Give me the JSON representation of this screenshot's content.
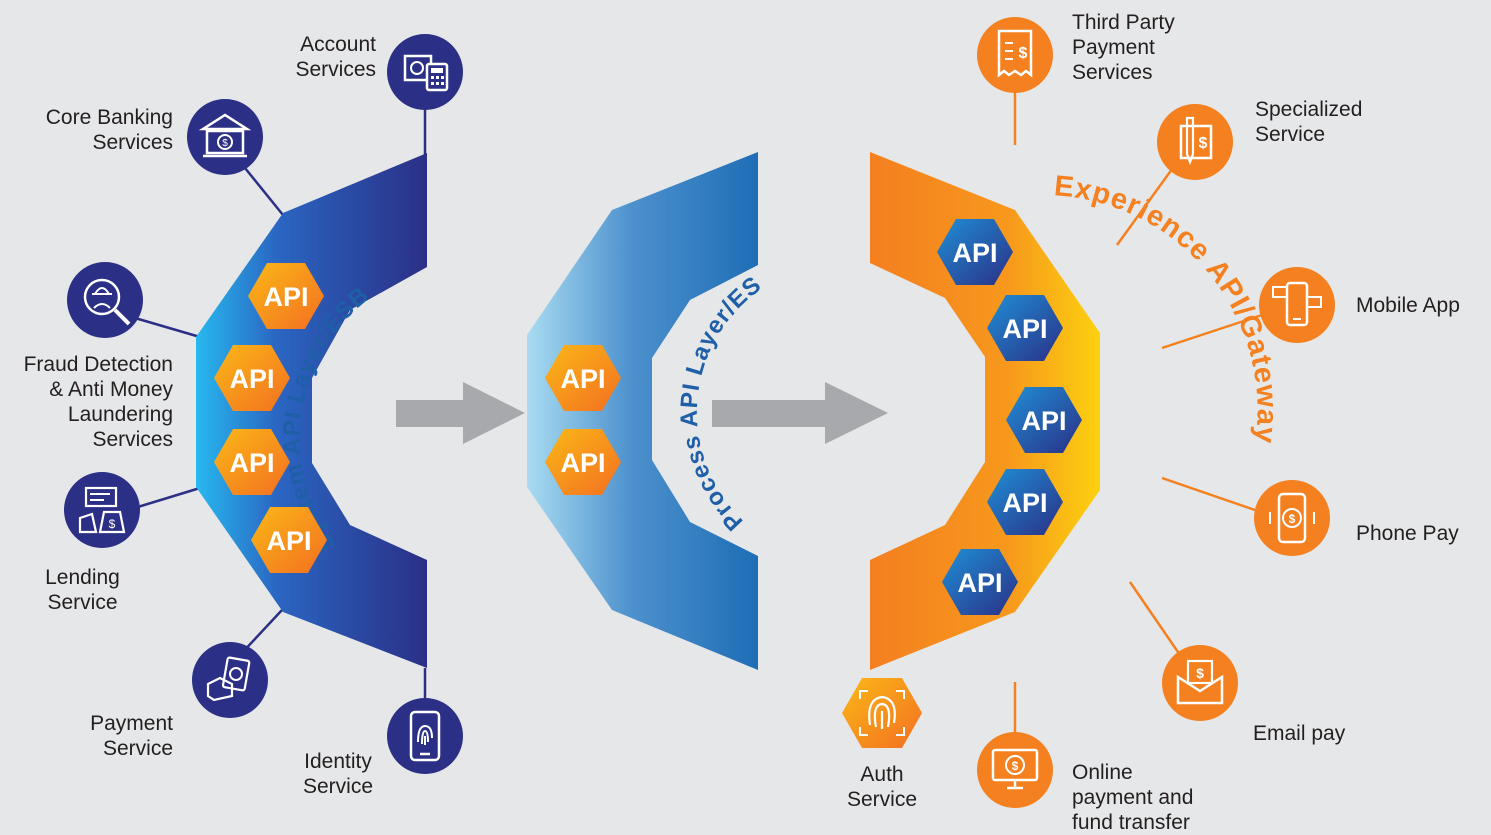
{
  "layers": {
    "system": {
      "title": "System API Layer/ESB",
      "badges": [
        "API",
        "API",
        "API",
        "API"
      ]
    },
    "process": {
      "title": "Process API Layer/ESB",
      "badges": [
        "API",
        "API"
      ]
    },
    "experience": {
      "title": "Experience API/Gateway",
      "badges": [
        "API",
        "API",
        "API",
        "API",
        "API"
      ]
    }
  },
  "left_services": {
    "account": "Account\nServices",
    "core_banking": "Core Banking\nServices",
    "fraud": "Fraud Detection\n& Anti Money\nLaundering\nServices",
    "lending": "Lending\nService",
    "payment": "Payment\nService",
    "identity": "Identity\nService"
  },
  "right_services": {
    "third_party": "Third Party\nPayment\nServices",
    "specialized": "Specialized\nService",
    "mobile": "Mobile App",
    "phone_pay": "Phone Pay",
    "email_pay": "Email pay",
    "online": "Online\npayment and\nfund transfer",
    "auth": "Auth\nService"
  },
  "colors": {
    "navy": "#2b2f86",
    "blue": "#1f6fb8",
    "orange": "#f4801f",
    "yellow": "#fbc413",
    "arrow": "#a7a9ac"
  }
}
